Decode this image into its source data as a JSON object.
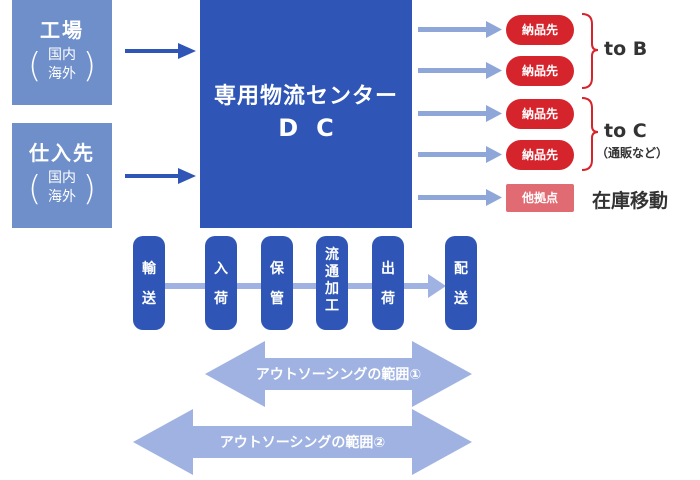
{
  "sources": [
    {
      "title": "工場",
      "sub_lines": [
        "国内",
        "海外"
      ]
    },
    {
      "title": "仕入先",
      "sub_lines": [
        "国内",
        "海外"
      ]
    }
  ],
  "center": {
    "title": "専用物流センター",
    "sub": "DC"
  },
  "destinations": [
    {
      "label": "納品先"
    },
    {
      "label": "納品先"
    },
    {
      "label": "納品先"
    },
    {
      "label": "納品先"
    },
    {
      "label": "他拠点"
    }
  ],
  "groups": {
    "to_b": {
      "label": "to B"
    },
    "to_c": {
      "label": "to C",
      "note": "（通販など）"
    },
    "stock_move": {
      "label": "在庫移動"
    }
  },
  "stages": [
    "輸送",
    "入荷",
    "保管",
    "流通加工",
    "出荷",
    "配送"
  ],
  "outsourcing": [
    {
      "label": "アウトソーシングの範囲①"
    },
    {
      "label": "アウトソーシングの範囲②"
    }
  ],
  "colors": {
    "source_box": "#6f8fcb",
    "center_box": "#2f56b6",
    "pill": "#d6242d",
    "pill_alt": "#e06b73",
    "arrow_light": "#8fa6d9",
    "arrow_dark": "#2f56b6",
    "dbl_arrow": "#9fb2e1"
  }
}
